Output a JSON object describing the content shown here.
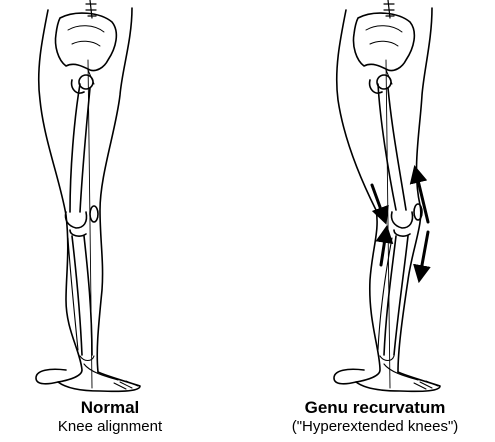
{
  "figure": {
    "panels": [
      {
        "title": "Normal",
        "subtitle": "Knee alignment"
      },
      {
        "title": "Genu recurvatum",
        "subtitle": "(\"Hyperextended knees\")"
      }
    ]
  }
}
